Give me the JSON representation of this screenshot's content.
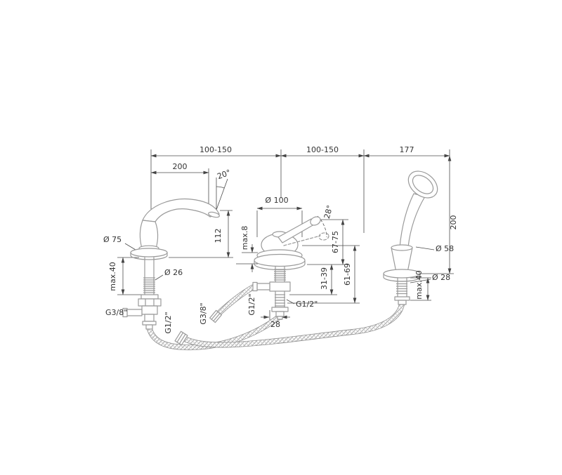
{
  "meta": {
    "background": "#ffffff",
    "outline_color": "#9a9a9a",
    "dimension_color": "#4d4d4d",
    "text_color": "#333333",
    "drawing_type": "bath-mixer-with-spout-and-handshower-dimension-drawing"
  },
  "labels": {
    "top_span_left": "100-150",
    "top_span_mid": "100-150",
    "top_span_right": "177",
    "spout_reach": "200",
    "spout_angle": "20°",
    "spout_base_dia": "Ø 75",
    "spout_max_deck": "max.40",
    "spout_shank_dia": "Ø 26",
    "valve_inlet_thread": "G3/8\"",
    "valve_outlet_thread": "G1/2\"",
    "spout_height": "112",
    "mixer_escutcheon_dia": "Ø 100",
    "mixer_max_deck": "max.8",
    "handle_angle": "28°",
    "mixer_h1": "67-75",
    "mixer_h2": "31-39",
    "mixer_h3": "61-69",
    "mixer_hose_thread": "G3/8\"",
    "mixer_shank_thread_left": "G1/2\"",
    "mixer_shank_thread_right": "G1/2\"",
    "mixer_offset": "28",
    "shower_holder_dia": "Ø 58",
    "shower_shank_dia": "Ø 28",
    "shower_max_deck": "max.40",
    "shower_height": "200"
  }
}
